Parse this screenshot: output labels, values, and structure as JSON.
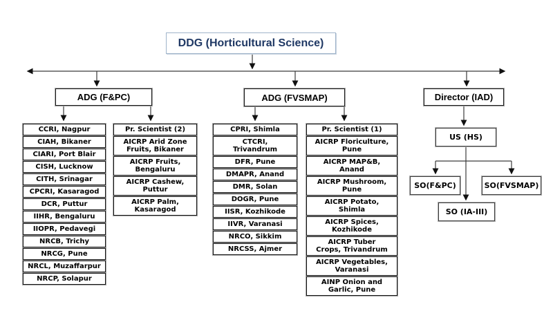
{
  "colors": {
    "title_border": "#9fb4ca",
    "title_text": "#1f3864",
    "line": "#3a3a3a",
    "box_border": "#141414"
  },
  "root": {
    "label": "DDG (Horticultural Science)"
  },
  "branches": {
    "adg_fpc": {
      "label": "ADG (F&PC)"
    },
    "adg_fvsmap": {
      "label": "ADG (FVSMAP)"
    },
    "director_iad": {
      "label": "Director (IAD)"
    }
  },
  "columns": {
    "fpc_institutes": [
      "CCRI, Nagpur",
      "CIAH, Bikaner",
      "CIARI, Port Blair",
      "CISH, Lucknow",
      "CITH, Srinagar",
      "CPCRI, Kasaragod",
      "DCR, Puttur",
      "IIHR, Bengaluru",
      "IIOPR, Pedavegi",
      "NRCB, Trichy",
      "NRCG, Pune",
      "NRCL, Muzaffarpur",
      "NRCP, Solapur"
    ],
    "fpc_projects": [
      "Pr. Scientist (2)",
      "AICRP Arid Zone\nFruits, Bikaner",
      "AICRP Fruits,\nBengaluru",
      "AICRP Cashew,\nPuttur",
      "AICRP Palm,\nKasaragod"
    ],
    "fvsmap_institutes": [
      "CPRI, Shimla",
      "CTCRI,\nTrivandrum",
      "DFR, Pune",
      "DMAPR, Anand",
      "DMR, Solan",
      "DOGR, Pune",
      "IISR, Kozhikode",
      "IIVR, Varanasi",
      "NRCO, Sikkim",
      "NRCSS, Ajmer"
    ],
    "fvsmap_projects": [
      "Pr. Scientist (1)",
      "AICRP Floriculture,\nPune",
      "AICRP MAP&B,\nAnand",
      "AICRP Mushroom,\nPune",
      "AICRP Potato,\nShimla",
      "AICRP Spices,\nKozhikode",
      "AICRP Tuber\nCrops, Trivandrum",
      "AICRP Vegetables,\nVaranasi",
      "AINP Onion and\nGarlic, Pune"
    ]
  },
  "iad_subtree": {
    "us_hs": "US (HS)",
    "so_fpc": "SO(F&PC)",
    "so_fvsmap": "SO(FVSMAP)",
    "so_ia_iii": "SO (IA-III)"
  }
}
